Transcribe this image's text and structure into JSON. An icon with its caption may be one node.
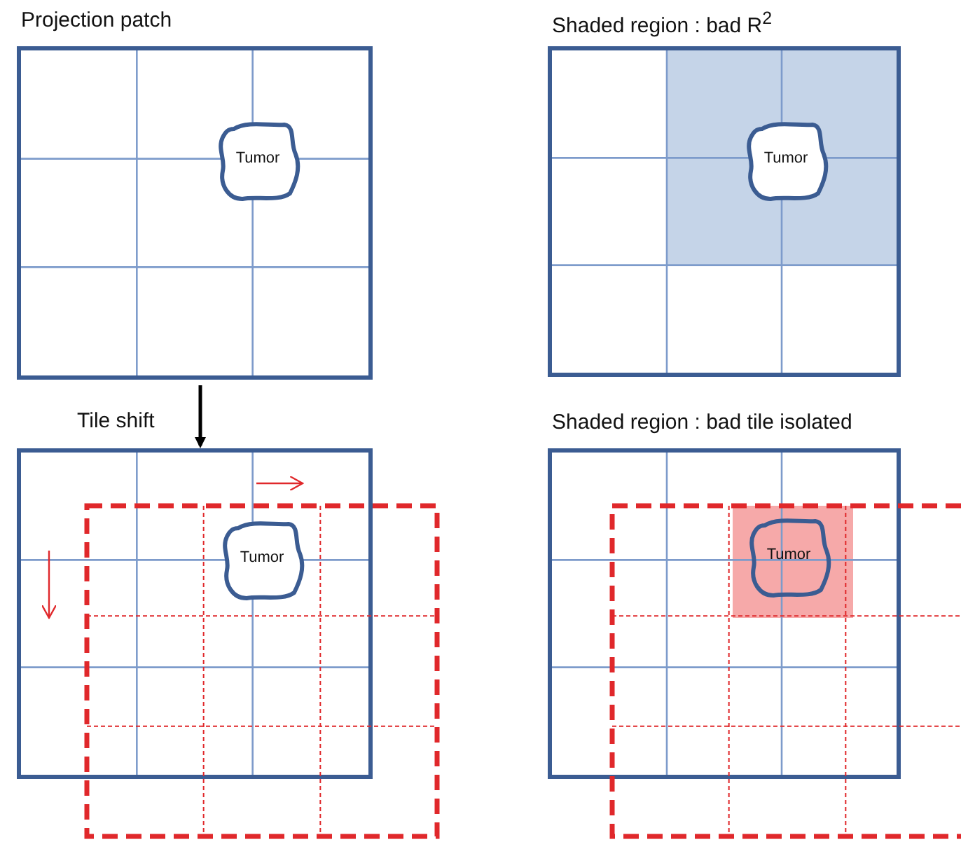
{
  "diagram": {
    "nodes": [
      {
        "text": [
          "Projection patch"
        ]
      },
      {
        "text": [
          "Tumor"
        ],
        "in": 0
      },
      {
        "text": [
          "Shaded region : bad R$^{2}$"
        ]
      },
      {
        "text": [
          "Tumor"
        ],
        "in": 2
      },
      {
        "text": [],
        "shape": "box"
      },
      {
        "text": [
          "Tumor"
        ],
        "in": 4
      },
      {
        "text": [
          "Shaded region : bad tile isolated"
        ]
      },
      {
        "text": [
          "Tumor"
        ],
        "in": 6
      }
    ],
    "edges": [
      {
        "from": 0,
        "to": 4,
        "arrow": "to",
        "label": "Tile shift"
      }
    ]
  }
}
